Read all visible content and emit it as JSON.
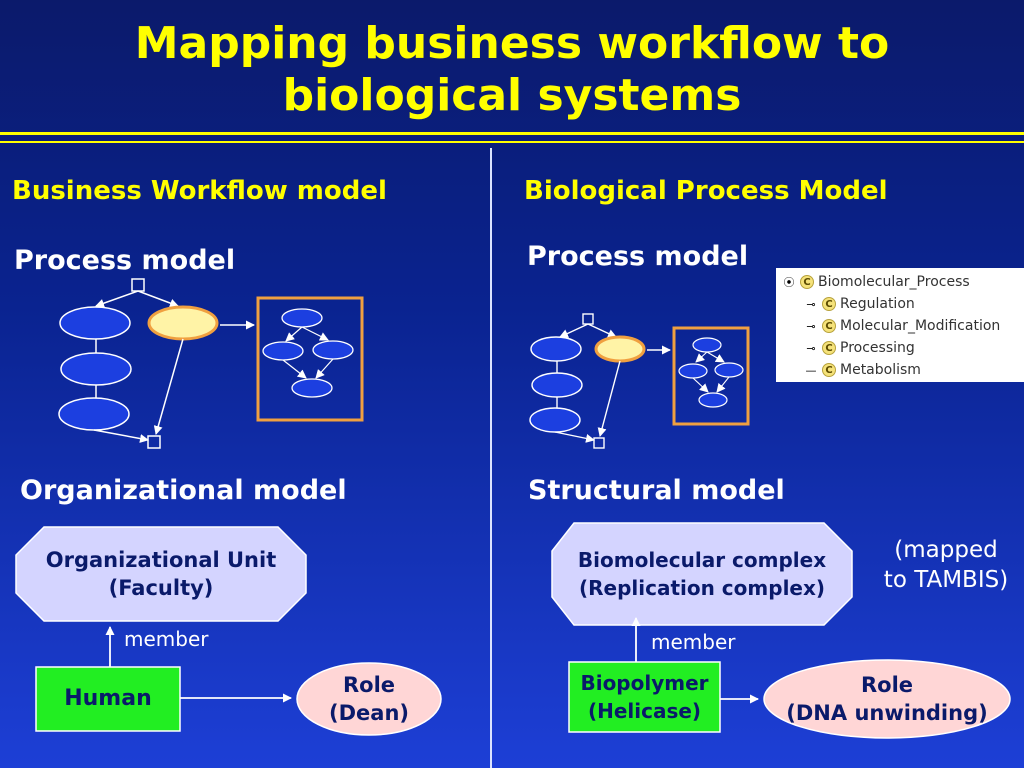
{
  "slide": {
    "title_line1": "Mapping business workflow to",
    "title_line2": "biological systems"
  },
  "left": {
    "heading": "Business Workflow model",
    "process_label": "Process model",
    "org_label": "Organizational model",
    "unit_label": "Organizational Unit\n(Faculty)",
    "member_label": "member",
    "human_label": "Human",
    "role_label": "Role\n(Dean)"
  },
  "right": {
    "heading": "Biological Process Model",
    "process_label": "Process model",
    "struct_label": "Structural model",
    "complex_label": "Biomolecular complex\n(Replication complex)",
    "mapped_note": "(mapped\nto TAMBIS)",
    "member_label": "member",
    "biopolymer_label": "Biopolymer\n(Helicase)",
    "role_label": "Role\n(DNA unwinding)"
  },
  "ontology_tree": {
    "root": "Biomolecular_Process",
    "children": [
      "Regulation",
      "Molecular_Modification",
      "Processing",
      "Metabolism"
    ]
  },
  "colors": {
    "title_yellow": "#ffff00",
    "node_blue": "#1c3fe0",
    "highlight_yellow": "#fff3a6",
    "orange_frame": "#f0a040",
    "octagon_fill": "#d4d4ff",
    "green_box": "#22ee22",
    "role_pink": "#ffd6d6"
  }
}
